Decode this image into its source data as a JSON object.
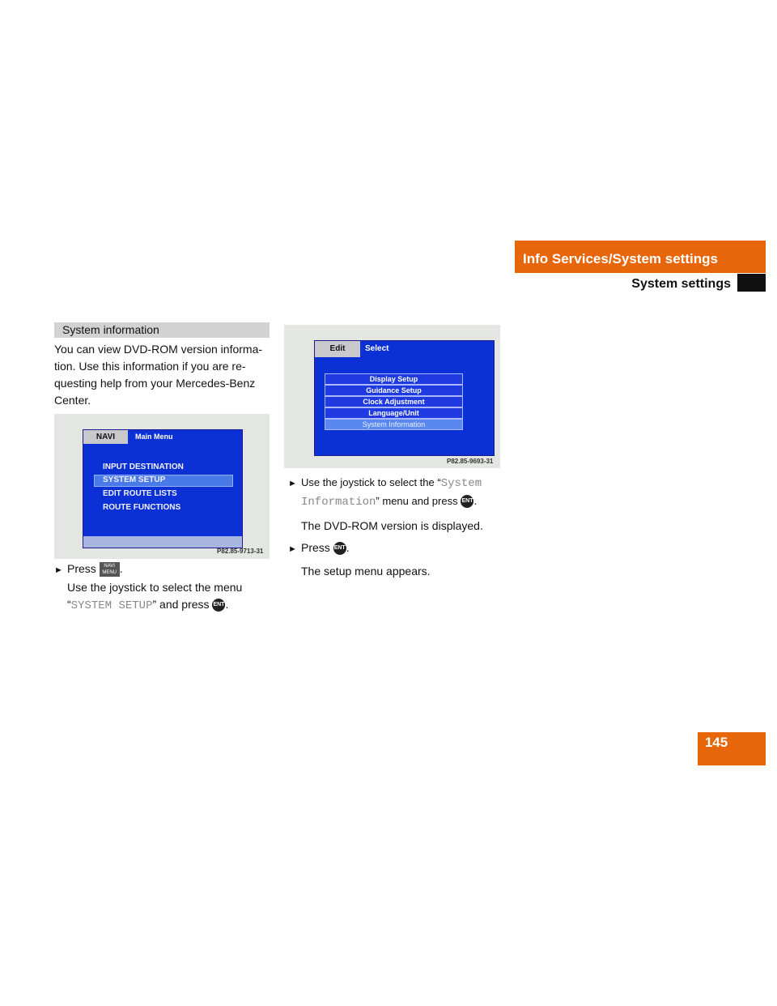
{
  "header": {
    "section_title": "Info Services/System settings",
    "subsection_title": "System settings"
  },
  "page_number": "145",
  "section": {
    "heading": "System information",
    "intro_lines": [
      "You can view DVD-ROM version informa-",
      "tion. Use this information if you are re-",
      "questing help from your Mercedes-Benz",
      "Center."
    ]
  },
  "figure1": {
    "tab_label": "NAVI",
    "title": "Main Menu",
    "items": [
      "INPUT DESTINATION",
      "SYSTEM SETUP",
      "EDIT ROUTE LISTS",
      "ROUTE FUNCTIONS"
    ],
    "selected": "SYSTEM SETUP",
    "caption": "P82.85-9713-31"
  },
  "figure2": {
    "tab_label": "Edit",
    "title": "Select",
    "items": [
      "Display Setup",
      "Guidance Setup",
      "Clock Adjustment",
      "Language/Unit",
      "System Information"
    ],
    "selected": "System Information",
    "caption": "P82.85-9693-31"
  },
  "instructions_left": {
    "step1_press": "Press",
    "navi_key_line1": "NAVI",
    "navi_key_line2": "MENU",
    "step1_line2": "Use the joystick to select the menu",
    "step1_open_quote": "“",
    "step1_menu": "SYSTEM SETUP",
    "step1_after": "” and press",
    "ent_key": "ENT"
  },
  "instructions_right": {
    "step2_prefix": "Use the joystick to select the “",
    "step2_menu_line1": "System",
    "step2_menu_line2": "Information",
    "step2_after": "” menu and press",
    "result1": "The DVD-ROM version is displayed.",
    "step3_press": "Press",
    "result2": "The setup menu appears."
  },
  "colors": {
    "accent_orange": "#e8660a",
    "screen_blue": "#0b31d6",
    "heading_bar_gray": "#d2d2d2"
  }
}
